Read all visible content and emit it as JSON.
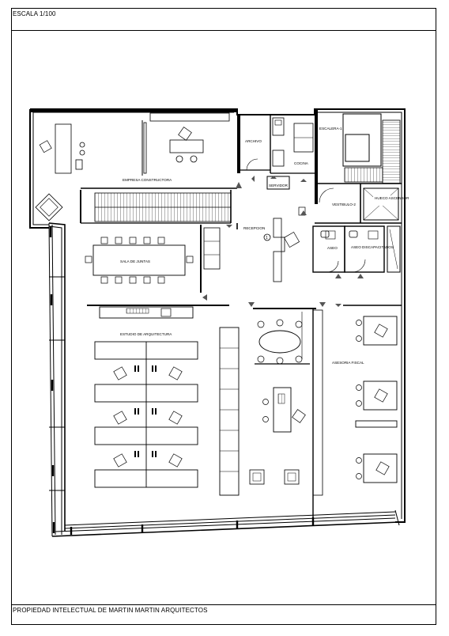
{
  "sheet": {
    "scale": "ESCALA 1/100",
    "footer": "PROPIEDAD INTELECTUAL DE MARTIN MARTIN ARQUITECTOS"
  },
  "rooms": {
    "empresa_constructora": "EMPRESA CONSTRUCTORA",
    "archivo": "ARCHIVO",
    "cocina": "COCINA",
    "servidor": "SERVIDOR",
    "escalera": "ESCALERA-1",
    "vestibulo": "VESTIBULO-2",
    "hueco_ascensor": "HUECO ASCENSOR",
    "recepcion": "RECEPCION",
    "aseo": "ASEO",
    "aseo_discapacitados": "ASEO DISCAPACITADOS",
    "sala_juntas": "SALA DE JUNTAS",
    "estudio_arquitectura": "ESTUDIO DE ARQUITECTURA",
    "asesoria_fiscal": "ASESORIA FISCAL"
  },
  "marker": "1",
  "colors": {
    "line": "#000000",
    "fill": "#ffffff",
    "hatch": "#555555"
  }
}
